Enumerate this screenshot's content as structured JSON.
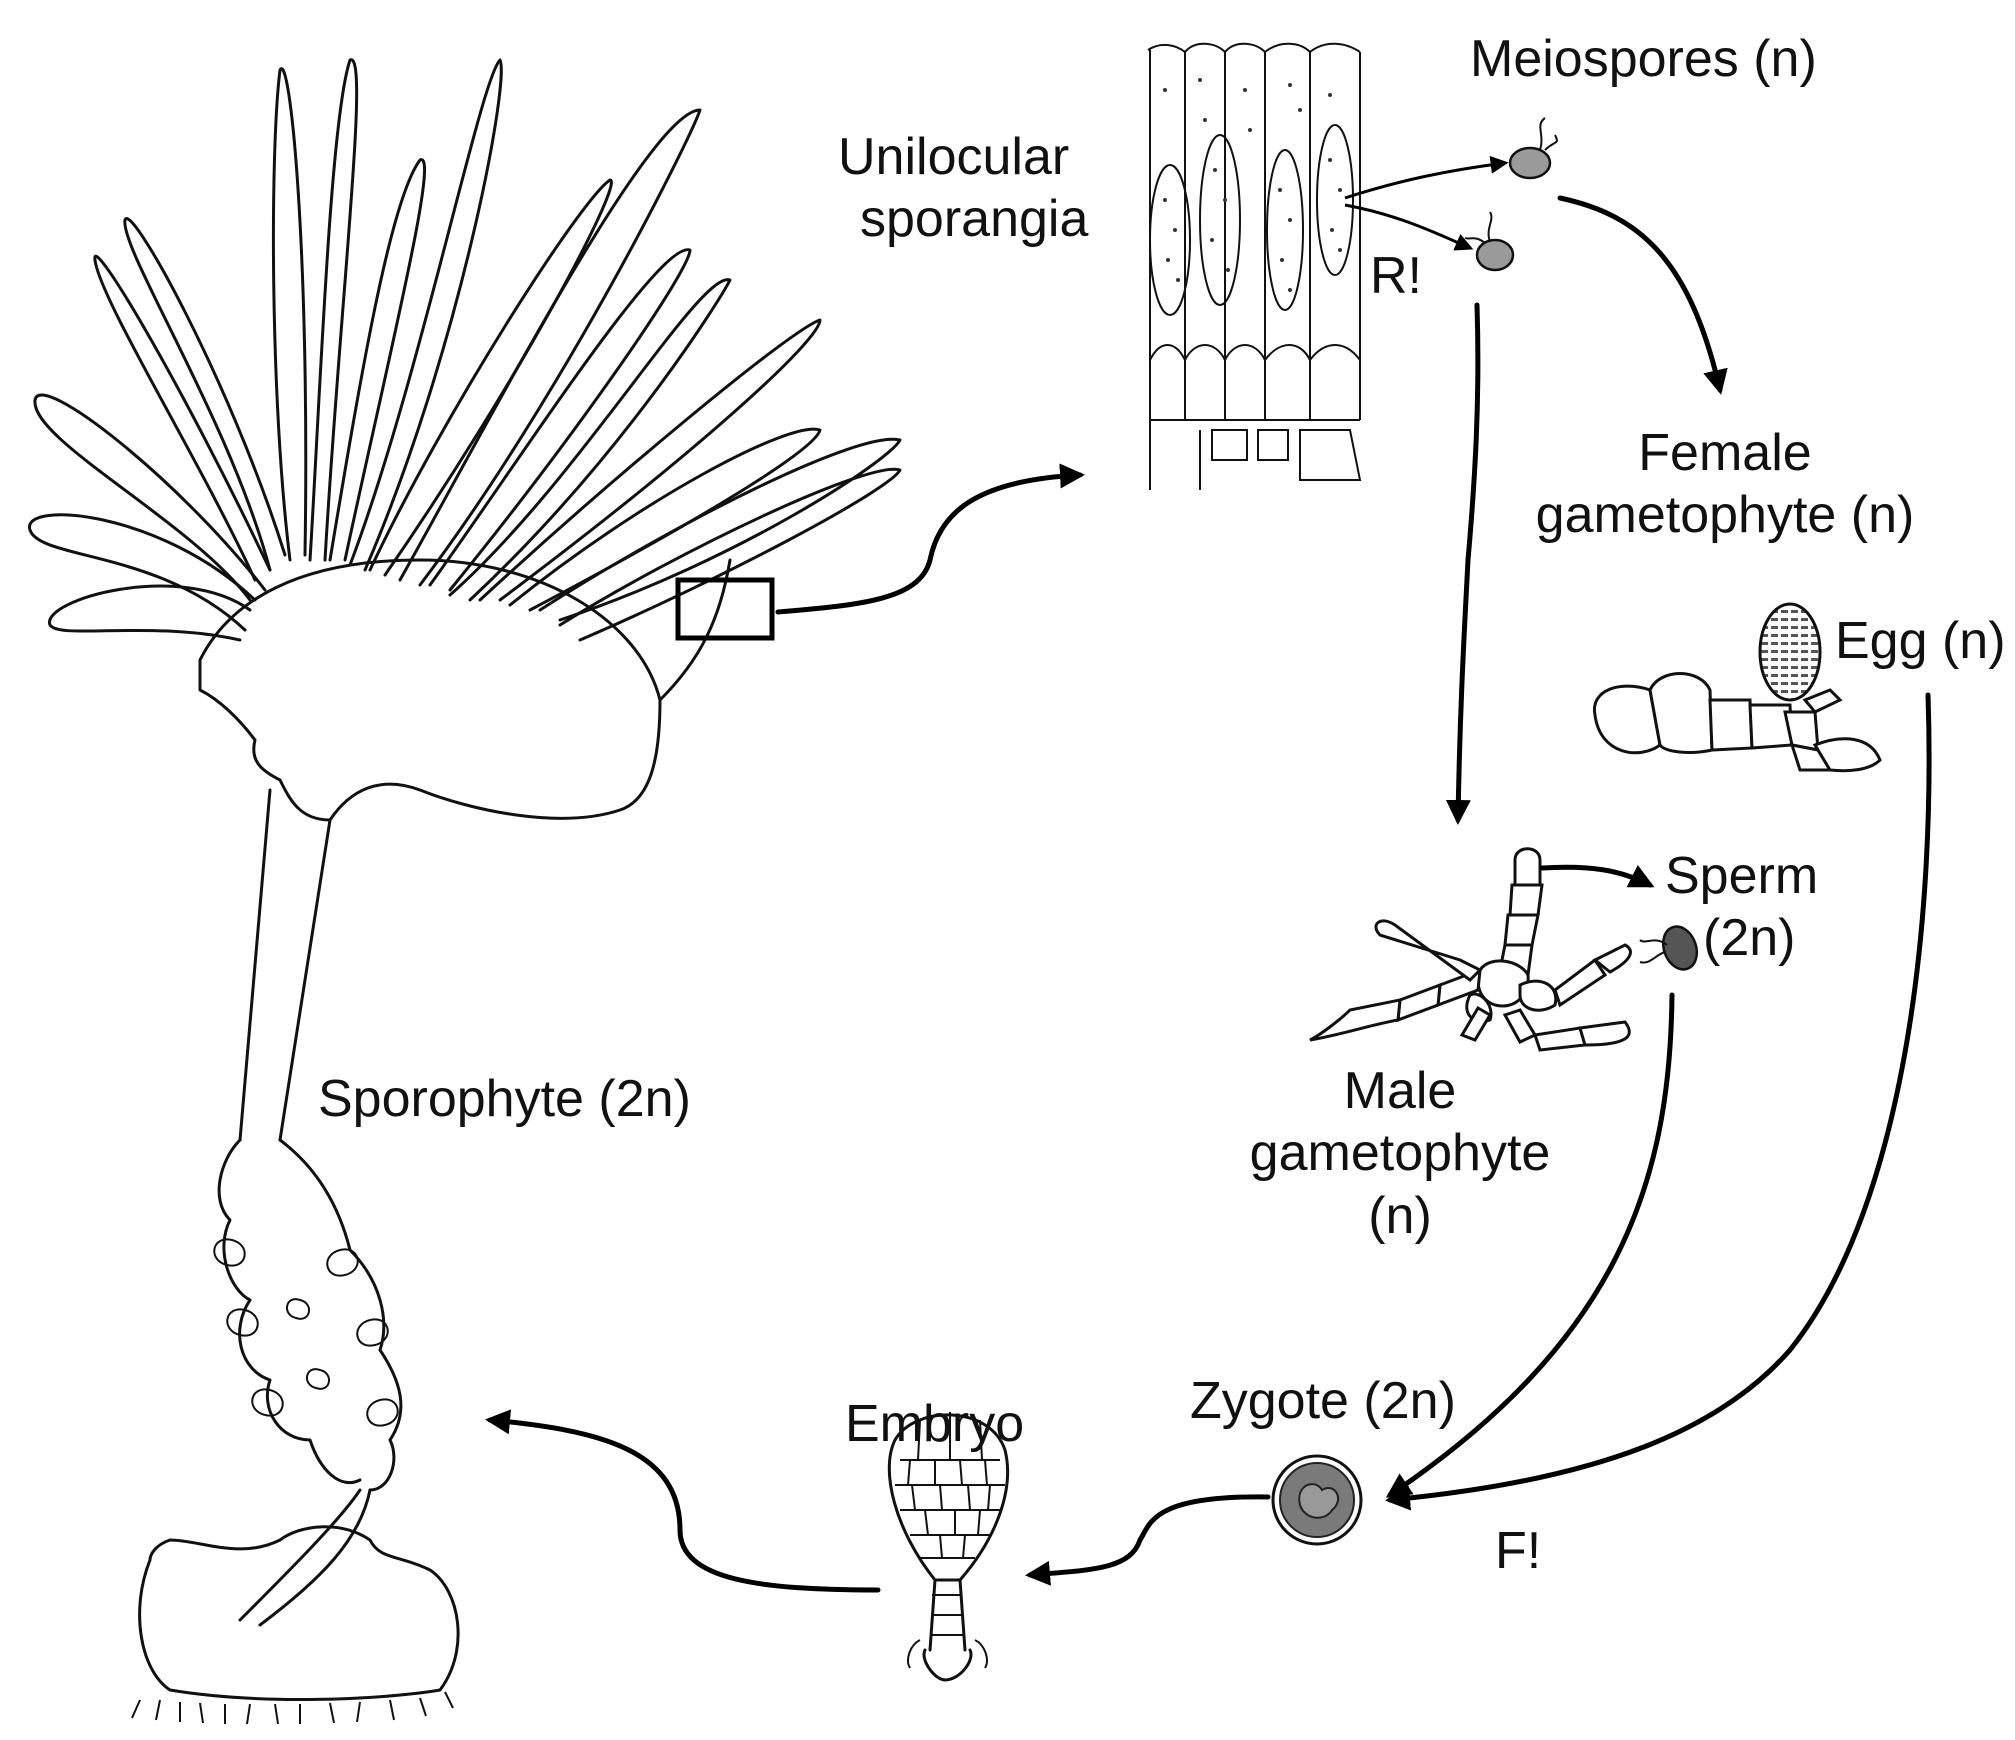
{
  "labels": {
    "unilocular_line1": "Unilocular",
    "unilocular_line2": "sporangia",
    "meiospores": "Meiospores (n)",
    "meiosis_mark": "R!",
    "female_line1": "Female",
    "female_line2": "gametophyte (n)",
    "egg": "Egg (n)",
    "sperm_line1": "Sperm",
    "sperm_line2": "(2n)",
    "male_line1": "Male",
    "male_line2": "gametophyte",
    "male_line3": "(n)",
    "sporophyte": "Sporophyte (2n)",
    "zygote": "Zygote (2n)",
    "fertilization_mark": "F!",
    "embryo": "Embryo"
  },
  "colors": {
    "ink": "#111111",
    "spore_fill": "#9a9a9a",
    "sperm_fill": "#555555",
    "zygote_fill": "#7a7a7a"
  }
}
